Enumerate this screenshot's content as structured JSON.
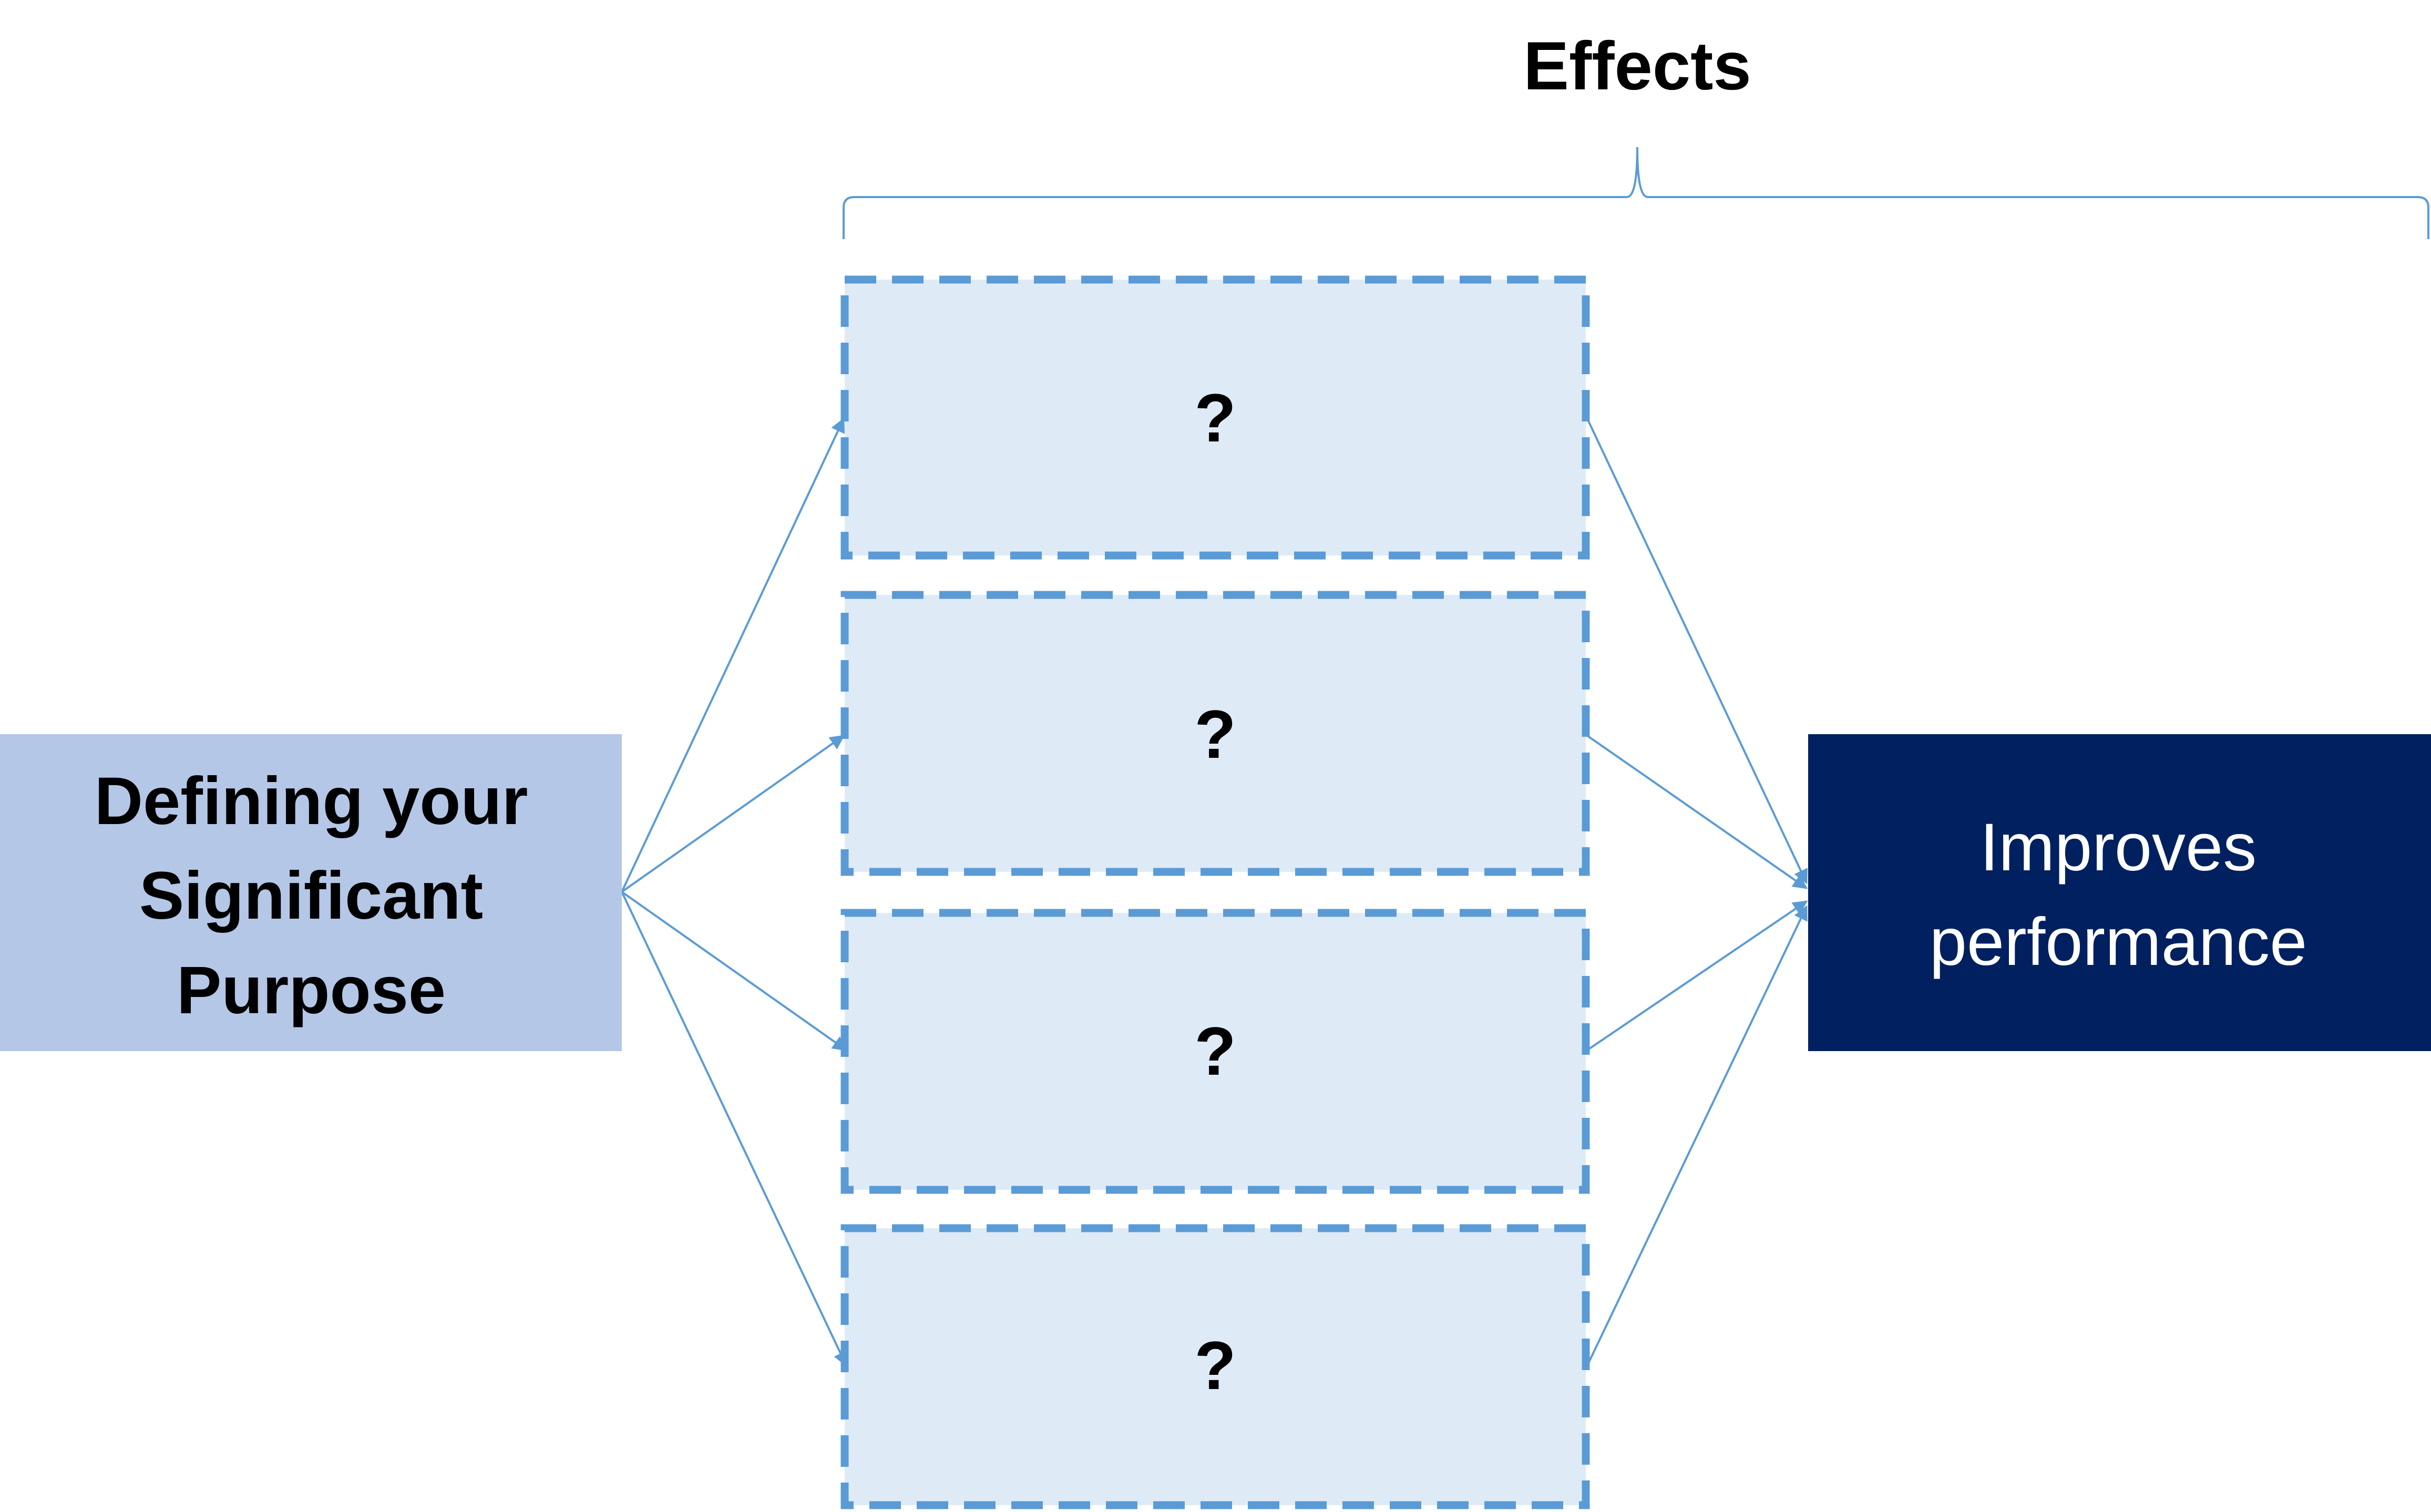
{
  "diagram": {
    "heading": "Effects",
    "source_box": {
      "lines": [
        "Defining your",
        "Significant",
        "Purpose"
      ]
    },
    "effect_boxes": [
      {
        "label": "?"
      },
      {
        "label": "?"
      },
      {
        "label": "?"
      },
      {
        "label": "?"
      }
    ],
    "target_box": {
      "lines": [
        "Improves",
        "performance"
      ]
    }
  },
  "colors": {
    "source_fill": "#b4c7e7",
    "effect_fill": "#deebf7",
    "effect_border": "#5b9bd5",
    "target_fill": "#002060",
    "connector": "#5b9bd5",
    "brace": "#5b9bd5"
  }
}
